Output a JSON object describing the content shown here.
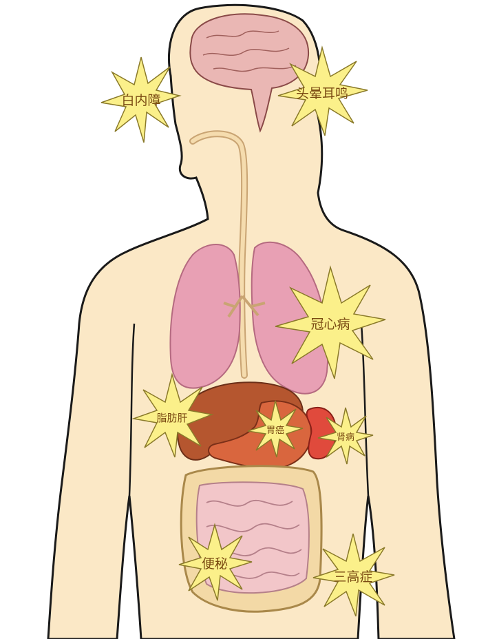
{
  "labels": {
    "cataract": "白内障",
    "tinnitus": "头晕耳鸣",
    "coronary": "冠心病",
    "fatty_liver": "脂肪肝",
    "stomach_cancer": "胃癌",
    "kidney_disease": "肾病",
    "constipation": "便秘",
    "three_highs": "三高症"
  },
  "colors": {
    "burst_fill": "#fbf08a",
    "burst_stroke": "#8a7a2a",
    "label_text": "#7a4a12",
    "skin": "#fbe8c6",
    "outline": "#1a1a1a",
    "lung": "#e8a0b4",
    "liver": "#b5562f",
    "stomach": "#d9663e",
    "kidney": "#e04a3c",
    "intestine": "#f2c6c9",
    "colon": "#f3d9a6",
    "brain": "#eab7b4"
  }
}
